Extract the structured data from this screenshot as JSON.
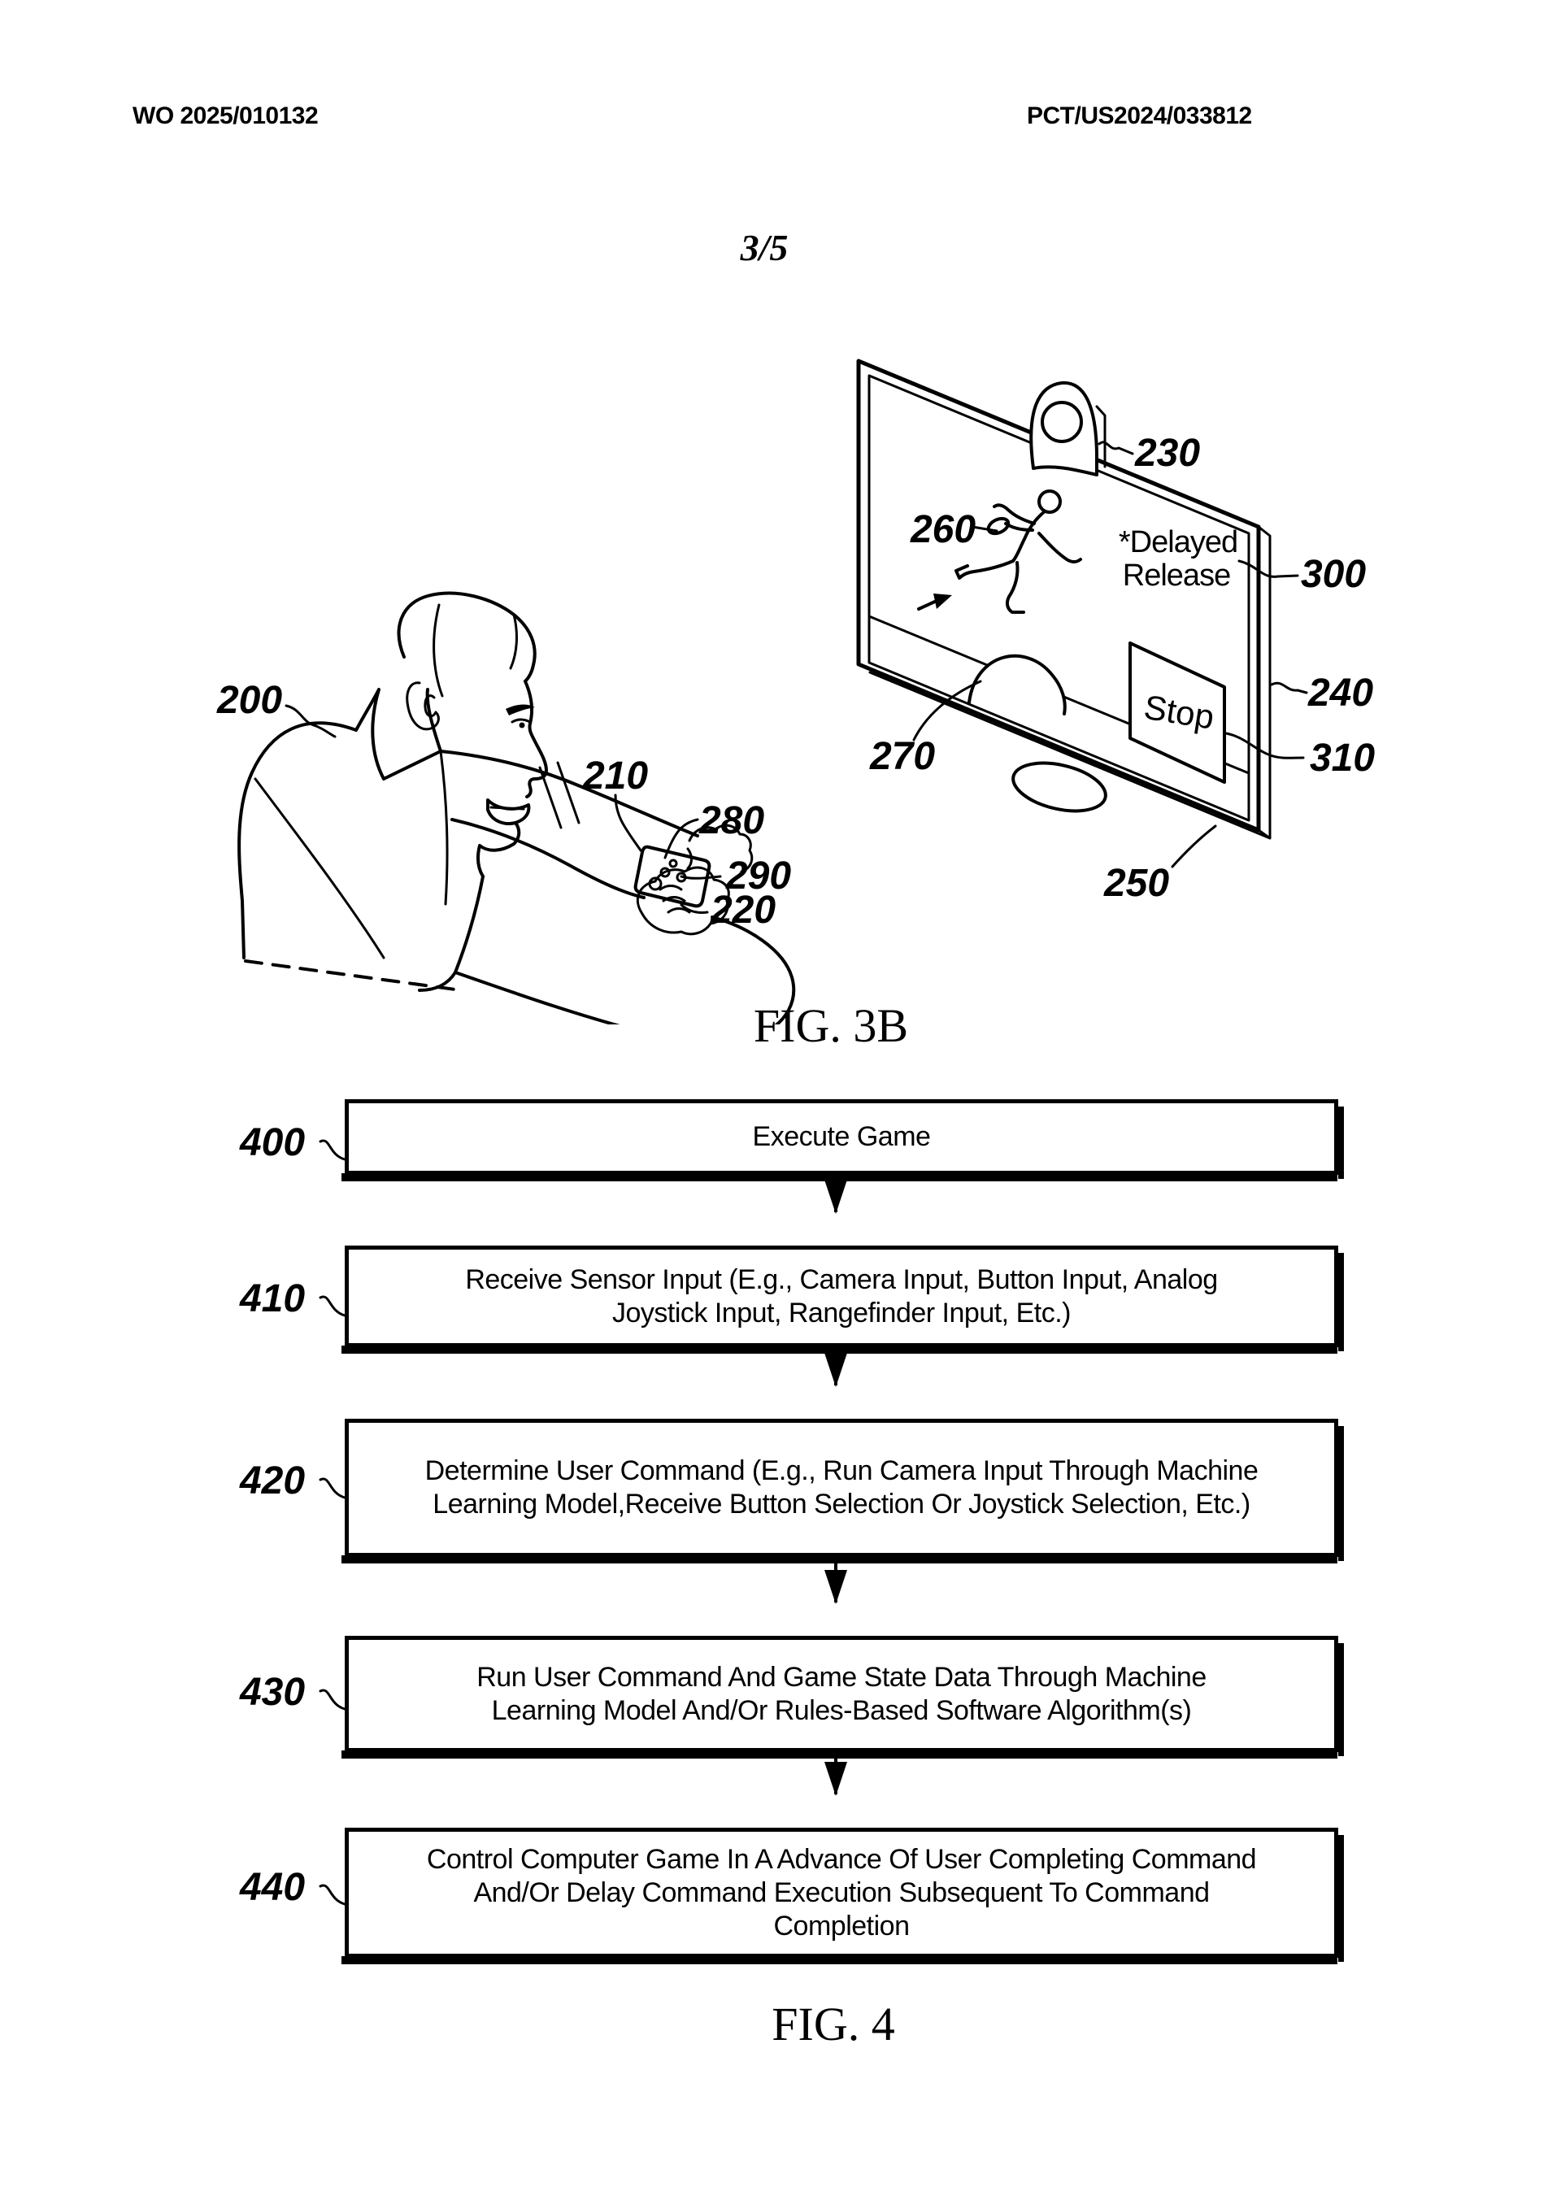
{
  "header": {
    "left": "WO 2025/010132",
    "right": "PCT/US2024/033812"
  },
  "page_indicator": "3/5",
  "fig3b": {
    "caption": "FIG. 3B",
    "screen": {
      "annotation_line1": "*Delayed",
      "annotation_line2": "Release",
      "stop_button_label": "Stop"
    },
    "refs": {
      "r200": "200",
      "r210": "210",
      "r220": "220",
      "r230": "230",
      "r240": "240",
      "r250": "250",
      "r260": "260",
      "r270": "270",
      "r280": "280",
      "r290": "290",
      "r300": "300",
      "r310": "310"
    }
  },
  "fig4": {
    "caption": "FIG. 4",
    "steps": [
      {
        "ref": "400",
        "lines": [
          "Execute Game"
        ]
      },
      {
        "ref": "410",
        "lines": [
          "Receive Sensor Input (E.g., Camera Input, Button Input, Analog",
          "Joystick Input, Rangefinder Input, Etc.)"
        ]
      },
      {
        "ref": "420",
        "lines": [
          "Determine User Command (E.g., Run Camera Input Through Machine",
          "Learning Model,Receive Button Selection Or Joystick Selection, Etc.)"
        ]
      },
      {
        "ref": "430",
        "lines": [
          "Run User Command And Game State Data Through Machine",
          "Learning Model And/Or Rules-Based Software Algorithm(s)"
        ]
      },
      {
        "ref": "440",
        "lines": [
          "Control Computer Game In A Advance Of User Completing Command",
          "And/Or Delay Command Execution Subsequent To Command",
          "Completion"
        ]
      }
    ]
  }
}
